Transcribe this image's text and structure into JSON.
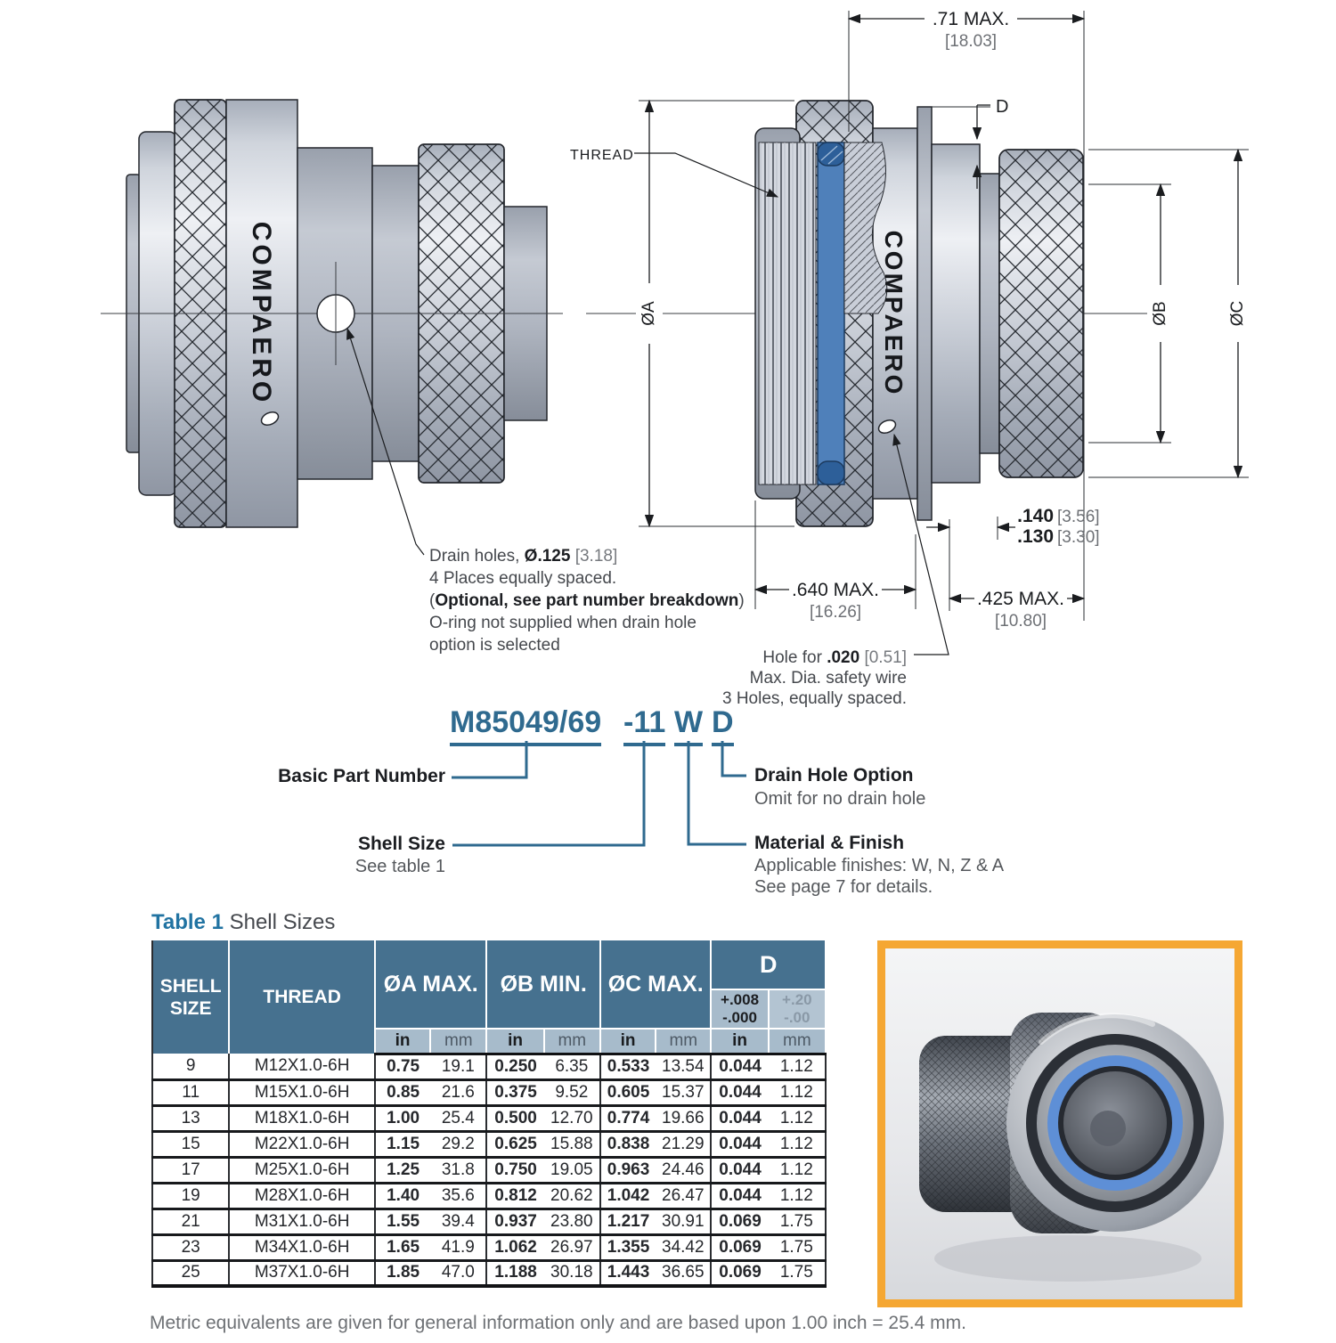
{
  "colors": {
    "accent_blue": "#2F6A8F",
    "table_header_bg": "#46718F",
    "table_subcell_bg": "#A7BBCB",
    "photo_frame_orange": "#F5A733",
    "oring_blue": "#4F80BA"
  },
  "drawings": {
    "brand": "COMPAERO",
    "thread_label": "THREAD",
    "dia_a": "ØA",
    "dia_b": "ØB",
    "dia_c": "ØC",
    "d_label": "D",
    "dim_top": ".71 MAX.",
    "dim_top_mm": "[18.03]",
    "dim_front": ".640 MAX.",
    "dim_front_mm": "[16.26]",
    "dim_rear": ".425 MAX.",
    "dim_rear_mm": "[10.80]",
    "dim_step_hi": ".140",
    "dim_step_hi_mm": "[3.56]",
    "dim_step_lo": ".130",
    "dim_step_lo_mm": "[3.30]",
    "drain_note": {
      "l1_pre": "Drain holes, ",
      "l1_bold": "Ø.125",
      "l1_post": " [3.18]",
      "l2": "4 Places equally spaced.",
      "l3_pre": "(",
      "l3_bold": "Optional, see part number breakdown",
      "l3_post": ")",
      "l4": "O-ring not supplied when drain hole",
      "l5": "option is selected"
    },
    "hole_note": {
      "l1_pre": "Hole for ",
      "l1_bold": ".020",
      "l1_post": " [0.51]",
      "l2": "Max. Dia. safety wire",
      "l3": "3 Holes, equally spaced."
    }
  },
  "breakdown": {
    "part_base": "M85049/69",
    "part_shell": "-11",
    "part_finish": "W",
    "part_drain": "D",
    "basic_label": "Basic Part Number",
    "shell_label": "Shell Size",
    "shell_sub": "See table 1",
    "material_label": "Material & Finish",
    "material_sub1": "Applicable finishes: W, N, Z & A",
    "material_sub2": "See page 7 for details.",
    "drain_label": "Drain Hole Option",
    "drain_sub": "Omit for no drain hole"
  },
  "table": {
    "title_bold": "Table 1",
    "title_rest": " Shell Sizes",
    "headers": {
      "shell_l1": "SHELL",
      "shell_l2": "SIZE",
      "thread": "THREAD",
      "a": "ØA MAX.",
      "b": "ØB MIN.",
      "c": "ØC MAX.",
      "d": "D",
      "tol_in_1": "+.008",
      "tol_in_2": "-.000",
      "tol_mm_1": "+.20",
      "tol_mm_2": "-.00",
      "unit_in": "in",
      "unit_mm": "mm"
    },
    "rows": [
      {
        "shell": "9",
        "thread": "M12X1.0-6H",
        "a_in": "0.75",
        "a_mm": "19.1",
        "b_in": "0.250",
        "b_mm": "6.35",
        "c_in": "0.533",
        "c_mm": "13.54",
        "d_in": "0.044",
        "d_mm": "1.12"
      },
      {
        "shell": "11",
        "thread": "M15X1.0-6H",
        "a_in": "0.85",
        "a_mm": "21.6",
        "b_in": "0.375",
        "b_mm": "9.52",
        "c_in": "0.605",
        "c_mm": "15.37",
        "d_in": "0.044",
        "d_mm": "1.12"
      },
      {
        "shell": "13",
        "thread": "M18X1.0-6H",
        "a_in": "1.00",
        "a_mm": "25.4",
        "b_in": "0.500",
        "b_mm": "12.70",
        "c_in": "0.774",
        "c_mm": "19.66",
        "d_in": "0.044",
        "d_mm": "1.12"
      },
      {
        "shell": "15",
        "thread": "M22X1.0-6H",
        "a_in": "1.15",
        "a_mm": "29.2",
        "b_in": "0.625",
        "b_mm": "15.88",
        "c_in": "0.838",
        "c_mm": "21.29",
        "d_in": "0.044",
        "d_mm": "1.12"
      },
      {
        "shell": "17",
        "thread": "M25X1.0-6H",
        "a_in": "1.25",
        "a_mm": "31.8",
        "b_in": "0.750",
        "b_mm": "19.05",
        "c_in": "0.963",
        "c_mm": "24.46",
        "d_in": "0.044",
        "d_mm": "1.12"
      },
      {
        "shell": "19",
        "thread": "M28X1.0-6H",
        "a_in": "1.40",
        "a_mm": "35.6",
        "b_in": "0.812",
        "b_mm": "20.62",
        "c_in": "1.042",
        "c_mm": "26.47",
        "d_in": "0.044",
        "d_mm": "1.12"
      },
      {
        "shell": "21",
        "thread": "M31X1.0-6H",
        "a_in": "1.55",
        "a_mm": "39.4",
        "b_in": "0.937",
        "b_mm": "23.80",
        "c_in": "1.217",
        "c_mm": "30.91",
        "d_in": "0.069",
        "d_mm": "1.75"
      },
      {
        "shell": "23",
        "thread": "M34X1.0-6H",
        "a_in": "1.65",
        "a_mm": "41.9",
        "b_in": "1.062",
        "b_mm": "26.97",
        "c_in": "1.355",
        "c_mm": "34.42",
        "d_in": "0.069",
        "d_mm": "1.75"
      },
      {
        "shell": "25",
        "thread": "M37X1.0-6H",
        "a_in": "1.85",
        "a_mm": "47.0",
        "b_in": "1.188",
        "b_mm": "30.18",
        "c_in": "1.443",
        "c_mm": "36.65",
        "d_in": "0.069",
        "d_mm": "1.75"
      }
    ],
    "footnote": "Metric equivalents are given for general information only and are based upon 1.00 inch = 25.4 mm."
  }
}
